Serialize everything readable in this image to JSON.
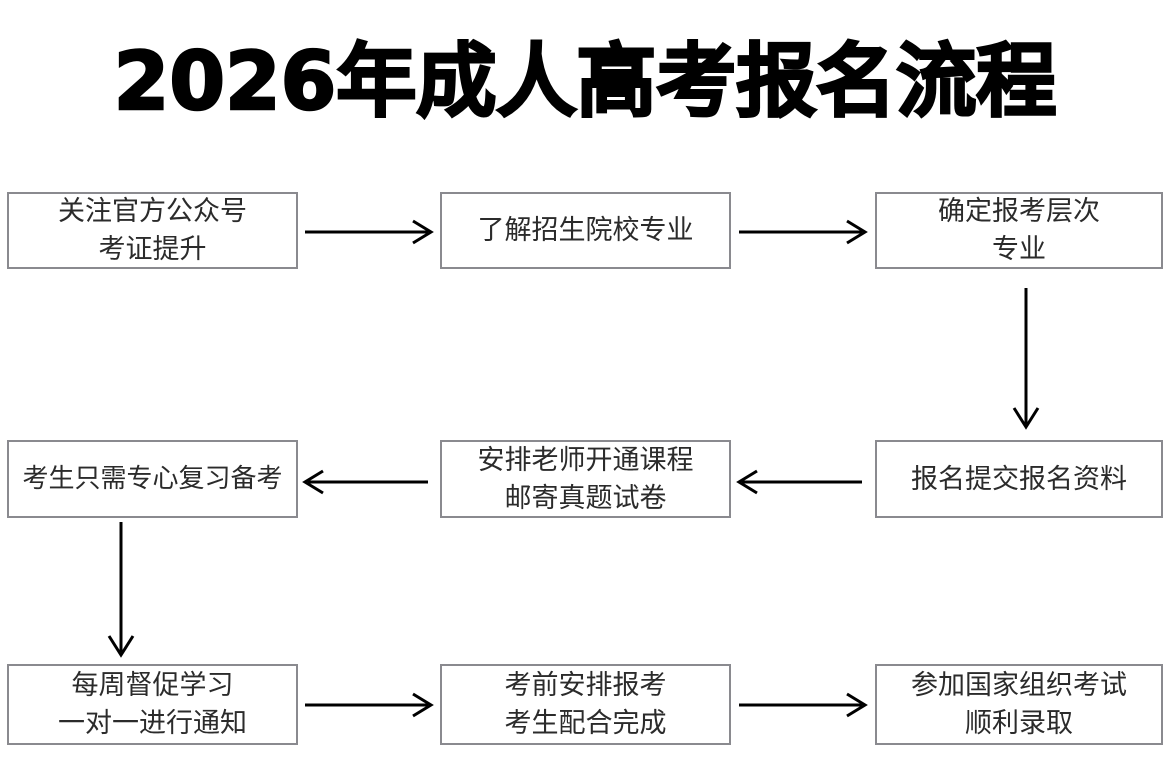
{
  "page": {
    "title": "2026年成人高考报名流程",
    "background_color": "#ffffff",
    "box_border_color": "#8a8a8f",
    "text_color": "#2b2b2b",
    "arrow_color": "#000000"
  },
  "chart_data": {
    "type": "diagram",
    "subtype": "flowchart",
    "title": "2026年成人高考报名流程",
    "layout": "3 columns x 3 rows, serpentine (left-to-right, down, right-to-left, down, left-to-right)",
    "nodes": [
      {
        "id": "n1",
        "row": 1,
        "col": 1,
        "lines": [
          "关注官方公众号",
          "考证提升"
        ]
      },
      {
        "id": "n2",
        "row": 1,
        "col": 2,
        "lines": [
          "了解招生院校专业"
        ]
      },
      {
        "id": "n3",
        "row": 1,
        "col": 3,
        "lines": [
          "确定报考层次",
          "专业"
        ]
      },
      {
        "id": "n4",
        "row": 2,
        "col": 1,
        "lines": [
          "考生只需专心复习备考"
        ]
      },
      {
        "id": "n5",
        "row": 2,
        "col": 2,
        "lines": [
          "安排老师开通课程",
          "邮寄真题试卷"
        ]
      },
      {
        "id": "n6",
        "row": 2,
        "col": 3,
        "lines": [
          "报名提交报名资料"
        ]
      },
      {
        "id": "n7",
        "row": 3,
        "col": 1,
        "lines": [
          "每周督促学习",
          "一对一进行通知"
        ]
      },
      {
        "id": "n8",
        "row": 3,
        "col": 2,
        "lines": [
          "考前安排报考",
          "考生配合完成"
        ]
      },
      {
        "id": "n9",
        "row": 3,
        "col": 3,
        "lines": [
          "参加国家组织考试",
          "顺利录取"
        ]
      }
    ],
    "edges": [
      {
        "from": "n1",
        "to": "n2",
        "direction": "right"
      },
      {
        "from": "n2",
        "to": "n3",
        "direction": "right"
      },
      {
        "from": "n3",
        "to": "n6",
        "direction": "down"
      },
      {
        "from": "n6",
        "to": "n5",
        "direction": "left"
      },
      {
        "from": "n5",
        "to": "n4",
        "direction": "left"
      },
      {
        "from": "n4",
        "to": "n7",
        "direction": "down"
      },
      {
        "from": "n7",
        "to": "n8",
        "direction": "right"
      },
      {
        "from": "n8",
        "to": "n9",
        "direction": "right"
      }
    ]
  },
  "nodes": {
    "n1": {
      "l1": "关注官方公众号",
      "l2": "考证提升"
    },
    "n2": {
      "l1": "了解招生院校专业"
    },
    "n3": {
      "l1": "确定报考层次",
      "l2": "专业"
    },
    "n4": {
      "l1": "考生只需专心复习备考"
    },
    "n5": {
      "l1": "安排老师开通课程",
      "l2": "邮寄真题试卷"
    },
    "n6": {
      "l1": "报名提交报名资料"
    },
    "n7": {
      "l1": "每周督促学习",
      "l2": "一对一进行通知"
    },
    "n8": {
      "l1": "考前安排报考",
      "l2": "考生配合完成"
    },
    "n9": {
      "l1": "参加国家组织考试",
      "l2": "顺利录取"
    }
  }
}
